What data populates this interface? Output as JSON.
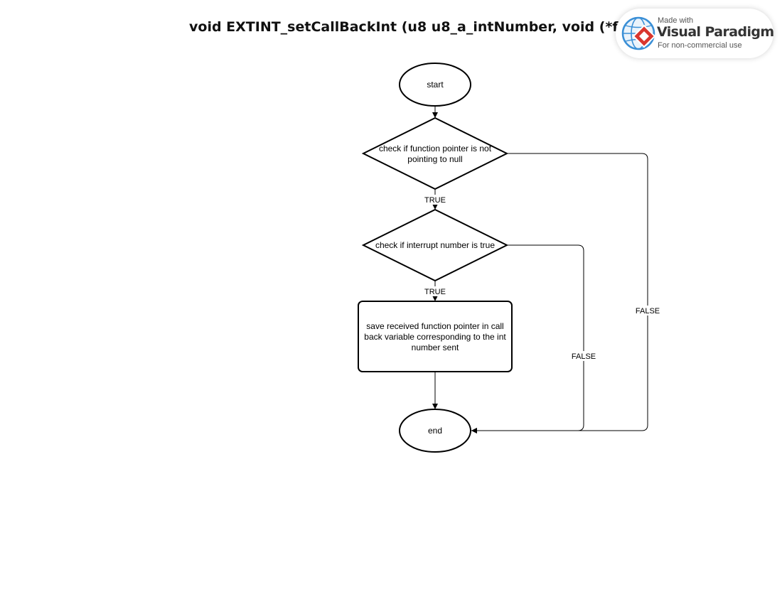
{
  "title": "void EXTINT_setCallBackInt (u8 u8_a_intNumber, void (*funPtr)(void))",
  "nodes": {
    "start": "start",
    "check_pointer": [
      "check if function pointer is not",
      "pointing to null"
    ],
    "check_interrupt": [
      "check if interrupt number is true"
    ],
    "save_pointer": [
      "save received function pointer in call",
      "back variable corresponding to the int",
      "number sent"
    ],
    "end": "end"
  },
  "edge_labels": {
    "pointer_true": "TRUE",
    "pointer_false": "FALSE",
    "interrupt_true": "TRUE",
    "interrupt_false": "FALSE"
  },
  "watermark": {
    "made_with": "Made with",
    "brand": "Visual Paradigm",
    "note": "For non-commercial use",
    "icon": "visual-paradigm-logo-icon",
    "colors": {
      "blue": "#3a8fd6",
      "red": "#d9362e"
    }
  }
}
